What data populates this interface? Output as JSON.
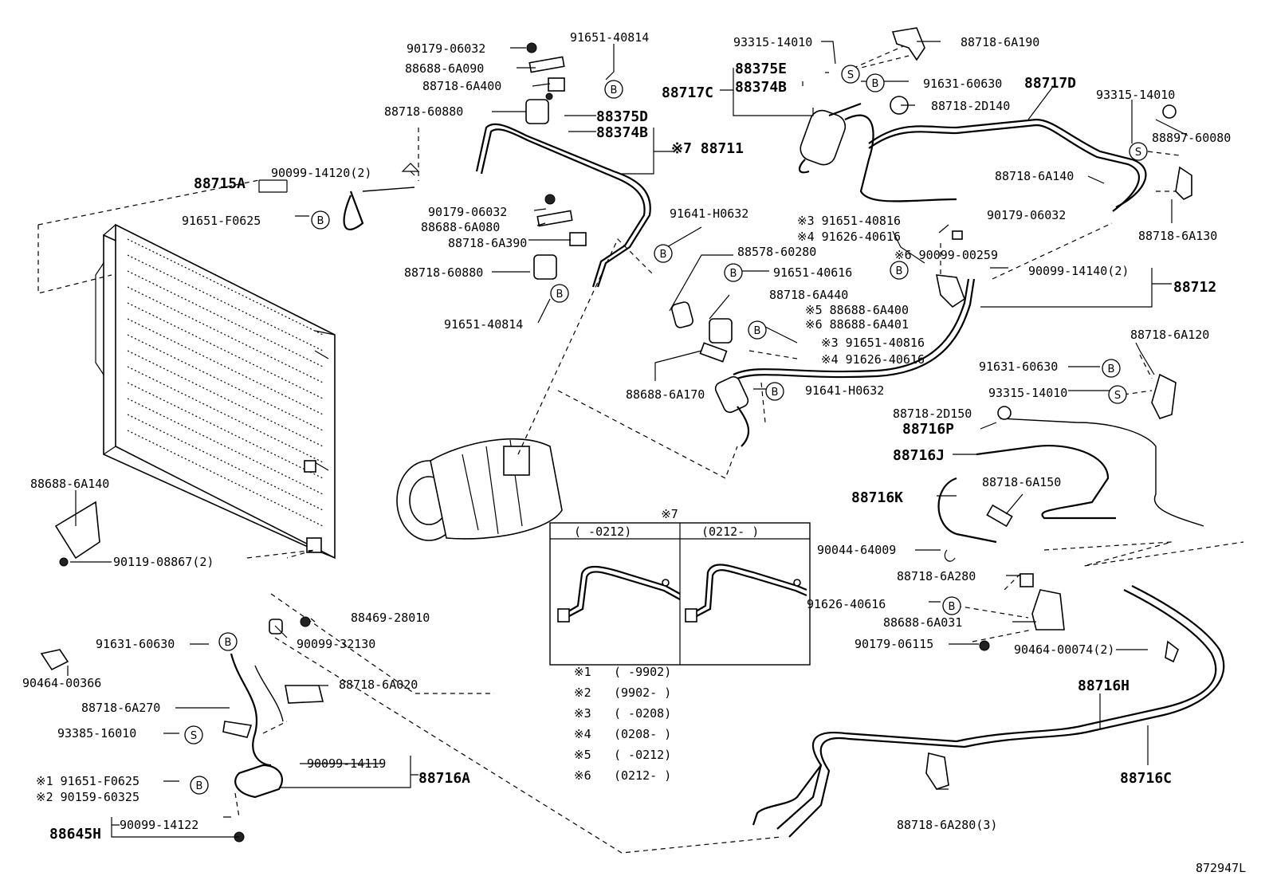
{
  "diagram_id": "872947L",
  "markers": {
    "b": "B",
    "s": "S",
    "note": "※7"
  },
  "labels": {
    "l01": "90179-06032",
    "l02": "88688-6A090",
    "l03": "88718-6A400",
    "l04": "91651-40814",
    "l05": "88718-60880",
    "l06": "88375D",
    "l07": "88374B",
    "l08": "※7 88711",
    "l09": "88715A",
    "l10": "90099-14120(2)",
    "l11": "91651-F0625",
    "l12": "90179-06032",
    "l13": "88688-6A080",
    "l14": "88718-6A390",
    "l15": "88718-60880",
    "l16": "91641-H0632",
    "l17": "91651-40814",
    "l18": "93315-14010",
    "l19": "88375E",
    "l20": "88374B",
    "l21": "88717C",
    "l22": "88718-6A190",
    "l23": "91631-60630",
    "l24": "88717D",
    "l25": "88718-2D140",
    "l26": "93315-14010",
    "l27": "88897-60080",
    "l28": "88718-6A140",
    "l29": "88718-6A130",
    "l30": "※3 91651-40816",
    "l31": "※4 91626-40616",
    "l32": "90179-06032",
    "l33": "88578-60280",
    "l34": "※6 90099-00259",
    "l35": "90099-14140(2)",
    "l36": "88712",
    "l37": "91651-40616",
    "l38": "88718-6A440",
    "l39": "※5 88688-6A400",
    "l40": "※6 88688-6A401",
    "l41": "※3 91651-40816",
    "l42": "※4 91626-40616",
    "l43": "88688-6A170",
    "l44": "91641-H0632",
    "l45": "88718-6A120",
    "l46": "91631-60630",
    "l47": "93315-14010",
    "l48": "88718-2D150",
    "l49": "88716P",
    "l50": "88716J",
    "l51": "88716K",
    "l52": "88718-6A150",
    "l53": "90044-64009",
    "l54": "88718-6A280",
    "l55": "91626-40616",
    "l56": "88688-6A031",
    "l57": "90179-06115",
    "l58": "90464-00074(2)",
    "l59": "88716H",
    "l60": "88716C",
    "l61": "88718-6A280(3)",
    "l62": "88688-6A140",
    "l63": "90119-08867(2)",
    "l64": "88469-28010",
    "l65": "91631-60630",
    "l66": "90099-32130",
    "l67": "90464-00366",
    "l68": "88718-6A020",
    "l69": "88718-6A270",
    "l70": "93385-16010",
    "l71": "90099-14119",
    "l72": "88716A",
    "l73": "※1 91651-F0625",
    "l74": "※2 90159-60325",
    "l75": "88645H",
    "l76": "90099-14122"
  },
  "inset": {
    "title": "※7",
    "col1": "(      -0212)",
    "col2": "(0212-      )"
  },
  "legend": [
    {
      "mark": "※1",
      "range": "(      -9902)"
    },
    {
      "mark": "※2",
      "range": "(9902-      )"
    },
    {
      "mark": "※3",
      "range": "(      -0208)"
    },
    {
      "mark": "※4",
      "range": "(0208-      )"
    },
    {
      "mark": "※5",
      "range": "(      -0212)"
    },
    {
      "mark": "※6",
      "range": "(0212-      )"
    }
  ]
}
